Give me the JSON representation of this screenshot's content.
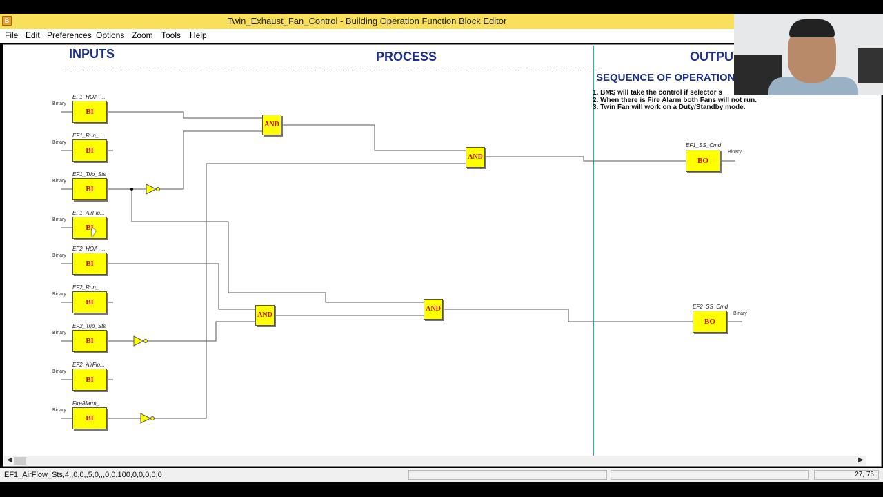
{
  "window": {
    "title": "Twin_Exhaust_Fan_Control - Building Operation Function Block Editor",
    "icon": "app-block-icon"
  },
  "menu": [
    "File",
    "Edit",
    "Preferences",
    "Options",
    "Zoom",
    "Tools",
    "Help"
  ],
  "headers": {
    "inputs": "INPUTS",
    "process": "PROCESS",
    "outputs": "OUTPU"
  },
  "sequence": {
    "title": "SEQUENCE OF OPERATION",
    "lines": [
      "1. BMS will take the control if selector s",
      "2. When there is Fire Alarm both Fans will not run.",
      "3. Twin Fan will work on a Duty/Standby mode."
    ]
  },
  "inputs": [
    {
      "name": "EF1_HOA_...",
      "type": "BI",
      "signal": "Binary"
    },
    {
      "name": "EF1_Run_...",
      "type": "BI",
      "signal": "Binary"
    },
    {
      "name": "EF1_Trip_Sts",
      "type": "BI",
      "signal": "Binary"
    },
    {
      "name": "EF1_AirFlo...",
      "type": "BI",
      "signal": "Binary"
    },
    {
      "name": "EF2_HOA_...",
      "type": "BI",
      "signal": "Binary"
    },
    {
      "name": "EF2_Run_...",
      "type": "BI",
      "signal": "Binary"
    },
    {
      "name": "EF2_Trip_Sts",
      "type": "BI",
      "signal": "Binary"
    },
    {
      "name": "EF2_AirFlo...",
      "type": "BI",
      "signal": "Binary"
    },
    {
      "name": "FireAlarm_...",
      "type": "BI",
      "signal": "Binary"
    }
  ],
  "gates": [
    "AND",
    "AND",
    "AND",
    "AND"
  ],
  "outputs": [
    {
      "name": "EF1_SS_Cmd",
      "type": "BO",
      "signal": "Binary"
    },
    {
      "name": "EF2_SS_Cmd",
      "type": "BO",
      "signal": "Binary"
    }
  ],
  "status": {
    "left": "EF1_AirFlow_Sts,4,,0,0,,5,0,,,0,0,100,0,0,0,0,0",
    "coords": "27, 76"
  },
  "colors": {
    "block_fill": "#ffff00",
    "block_text": "#d01010",
    "header": "#1a2e8a",
    "divider": "#1fb5c9",
    "titlebar": "#f9e05c"
  }
}
